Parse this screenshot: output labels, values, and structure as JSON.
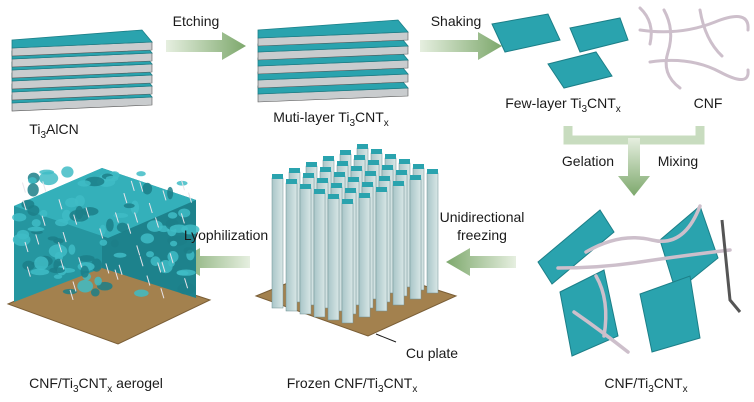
{
  "steps": {
    "etching": "Etching",
    "shaking": "Shaking",
    "gelation": "Gelation",
    "mixing": "Mixing",
    "unidirectional_1": "Unidirectional",
    "unidirectional_2": "freezing",
    "lyophilization": "Lyophilization"
  },
  "materials": {
    "ti3alcn": {
      "a": "Ti",
      "b": "3",
      "c": "AlCN"
    },
    "multilayer": {
      "a": "Muti-layer Ti",
      "b": "3",
      "c": "CNT",
      "d": "x"
    },
    "fewlayer": {
      "a": "Few-layer Ti",
      "b": "3",
      "c": "CNT",
      "d": "x"
    },
    "cnf": "CNF",
    "cnf_mix": {
      "a": "CNF/Ti",
      "b": "3",
      "c": "CNT",
      "d": "x"
    },
    "frozen": {
      "a": "Frozen CNF/Ti",
      "b": "3",
      "c": "CNT",
      "d": "x"
    },
    "aerogel": {
      "a": "CNF/Ti",
      "b": "3",
      "c": "CNT",
      "d": "x",
      "e": " aerogel"
    },
    "cu_plate": "Cu plate"
  },
  "colors": {
    "flake": "#2aa3ae",
    "flake_dark": "#1c7f88",
    "layer_gap": "#c9ccce",
    "fiber": "#cdbfcb",
    "plate": "#a3814e",
    "arrow": "#8fb07f"
  }
}
